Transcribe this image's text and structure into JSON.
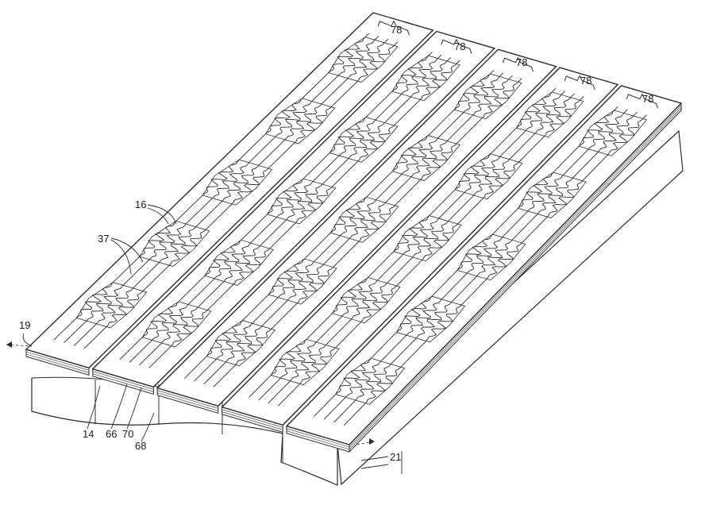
{
  "figure": {
    "colors": {
      "line": "#2b2b2b",
      "fill": "#ffffff",
      "background": "#ffffff"
    },
    "strip_count": 5,
    "element_rows_per_strip": 5,
    "labels": {
      "strip_top_1": "78",
      "strip_top_2": "78",
      "strip_top_3": "78",
      "strip_top_4": "78",
      "strip_top_5": "78",
      "ref_16": "16",
      "ref_37": "37",
      "ref_19": "19",
      "ref_14": "14",
      "ref_66": "66",
      "ref_70": "70",
      "ref_68": "68",
      "ref_21": "21"
    }
  }
}
